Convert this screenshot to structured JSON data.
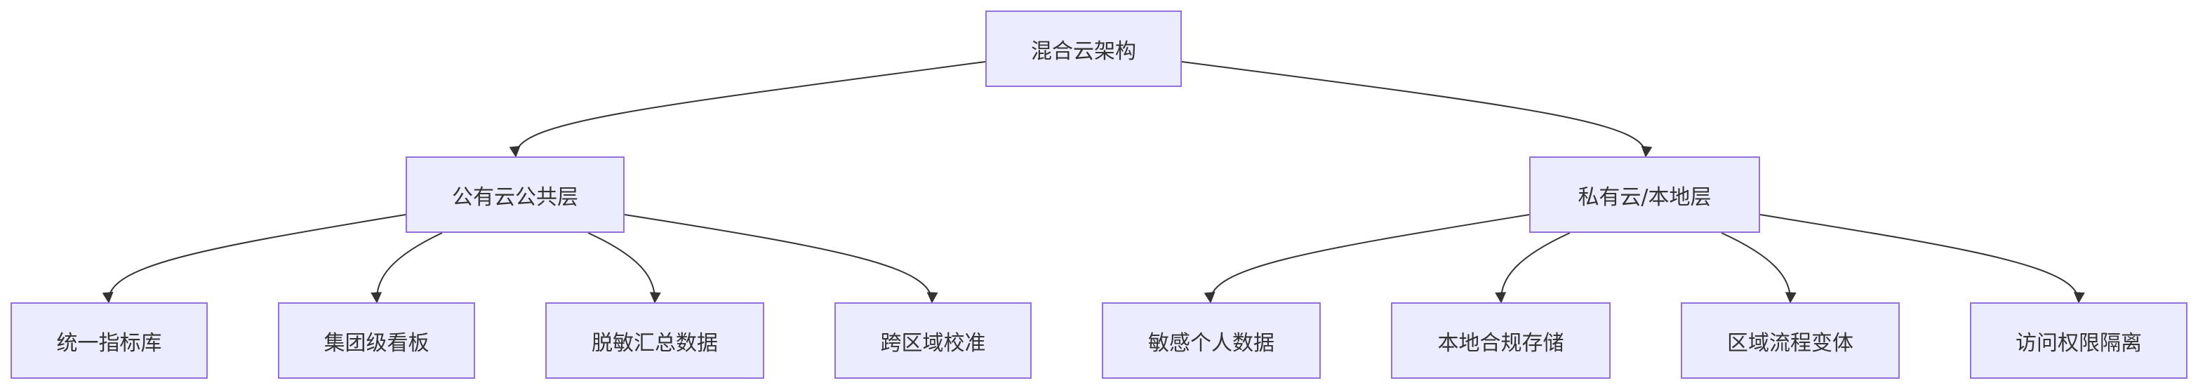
{
  "diagram": {
    "colors": {
      "node_fill": "#ECECFF",
      "node_border": "#9370DB",
      "edge": "#333333",
      "text": "#333333"
    },
    "root": "混合云架构",
    "public": {
      "title": "公有云公共层",
      "children": [
        "统一指标库",
        "集团级看板",
        "脱敏汇总数据",
        "跨区域校准"
      ]
    },
    "private": {
      "title": "私有云/本地层",
      "children": [
        "敏感个人数据",
        "本地合规存储",
        "区域流程变体",
        "访问权限隔离"
      ]
    }
  }
}
